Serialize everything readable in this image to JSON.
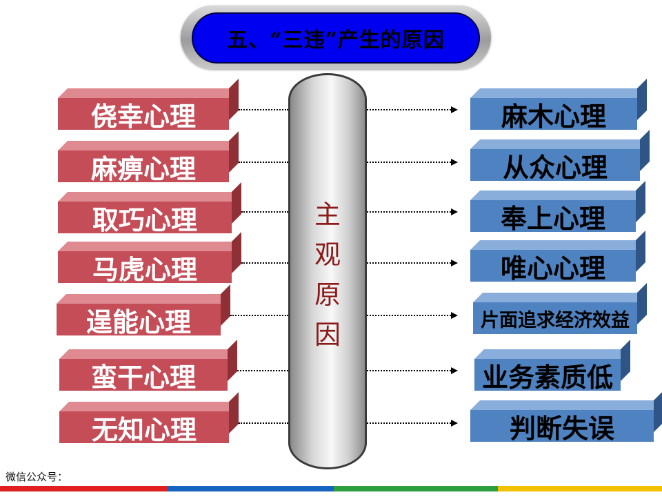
{
  "title": "五、“三违”产生的原因",
  "center_label": [
    "主",
    "观",
    "原",
    "因"
  ],
  "left_items": [
    "侥幸心理",
    "麻痹心理",
    "取巧心理",
    "马虎心理",
    "逞能心理",
    "蛮干心理",
    "无知心理"
  ],
  "right_items": [
    "麻木心理",
    "从众心理",
    "奉上心理",
    "唯心心理",
    "片面追求经济效益",
    "业务素质低",
    "判断失误"
  ],
  "footer": {
    "label": "微信公众号："
  },
  "colors": {
    "left_box": "#c44d58",
    "right_box": "#4f82c0",
    "title_fill": "#0000f0",
    "center_text": "#8b1a1a",
    "footer_bar": [
      "#e02020",
      "#1565c0",
      "#2e9e3e",
      "#f2c200"
    ]
  }
}
